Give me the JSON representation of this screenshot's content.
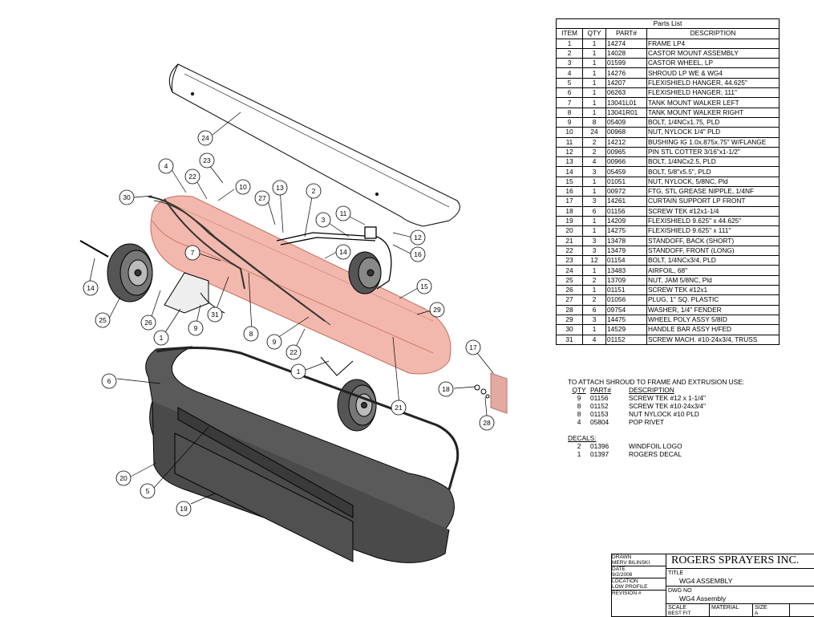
{
  "parts_list": {
    "title": "Parts List",
    "headers": [
      "ITEM",
      "QTY",
      "PART#",
      "DESCRIPTION"
    ],
    "rows": [
      [
        "1",
        "1",
        "14274",
        "FRAME LP4"
      ],
      [
        "2",
        "1",
        "14028",
        "CASTOR MOUNT ASSEMBLY"
      ],
      [
        "3",
        "1",
        "01599",
        "CASTOR WHEEL, LP"
      ],
      [
        "4",
        "1",
        "14276",
        "SHROUD LP WE & WG4"
      ],
      [
        "5",
        "1",
        "14207",
        "FLEXISHIELD HANGER, 44.625\""
      ],
      [
        "6",
        "1",
        "06263",
        "FLEXISHIELD HANGER, 111\""
      ],
      [
        "7",
        "1",
        "13041L01",
        "TANK MOUNT WALKER LEFT"
      ],
      [
        "8",
        "1",
        "13041R01",
        "TANK MOUNT WALKER RIGHT"
      ],
      [
        "9",
        "8",
        "05409",
        "BOLT, 1/4NCx1.75, PLD"
      ],
      [
        "10",
        "24",
        "00968",
        "NUT, NYLOCK 1/4\" PLD"
      ],
      [
        "11",
        "2",
        "14212",
        "BUSHING IG 1.0x.875x.75\" W/FLANGE"
      ],
      [
        "12",
        "2",
        "00965",
        "PIN STL COTTER 3/16\"x1-1/2\""
      ],
      [
        "13",
        "4",
        "00966",
        "BOLT, 1/4NCx2.5, PLD"
      ],
      [
        "14",
        "3",
        "05459",
        "BOLT, 5/8\"x5.5\", PLD"
      ],
      [
        "15",
        "1",
        "01051",
        "NUT, NYLOCK, 5/8NC, Pld"
      ],
      [
        "16",
        "1",
        "00972",
        "FTG, STL GREASE NIPPLE, 1/4NF"
      ],
      [
        "17",
        "3",
        "14261",
        "CURTAIN SUPPORT LP FRONT"
      ],
      [
        "18",
        "6",
        "01156",
        "SCREW TEK #12x1-1/4"
      ],
      [
        "19",
        "1",
        "14209",
        "FLEXISHIELD 9.625\" x 44.625\""
      ],
      [
        "20",
        "1",
        "14275",
        "FLEXISHIELD 9.625\" x 111\""
      ],
      [
        "21",
        "3",
        "13478",
        "STANDOFF, BACK (SHORT)"
      ],
      [
        "22",
        "3",
        "13479",
        "STANDOFF, FRONT (LONG)"
      ],
      [
        "23",
        "12",
        "01154",
        "BOLT, 1/4NCx3/4, PLD"
      ],
      [
        "24",
        "1",
        "13483",
        "AIRFOIL, 68\""
      ],
      [
        "25",
        "2",
        "13709",
        "NUT, JAM 5/8NC, Pld"
      ],
      [
        "26",
        "1",
        "01151",
        "SCREW TEK #12x1"
      ],
      [
        "27",
        "2",
        "01056",
        "PLUG, 1\" SQ. PLASTIC"
      ],
      [
        "28",
        "6",
        "09754",
        "WASHER, 1/4\" FENDER"
      ],
      [
        "29",
        "3",
        "14475",
        "WHEEL POLY ASSY 5/8ID"
      ],
      [
        "30",
        "1",
        "14529",
        "HANDLE BAR ASSY H/FED"
      ],
      [
        "31",
        "4",
        "01152",
        "SCREW MACH. #10-24x3/4, TRUSS"
      ]
    ]
  },
  "attach_note": {
    "title": "TO ATTACH SHROUD TO FRAME AND EXTRUSION USE:",
    "headers": [
      "QTY",
      "PART#",
      "DESCRIPTION"
    ],
    "rows": [
      [
        "9",
        "01156",
        "SCREW TEK #12 x 1-1/4\""
      ],
      [
        "8",
        "01152",
        "SCREW TEK #10-24x3/4\""
      ],
      [
        "8",
        "01153",
        "NUT NYLOCK #10 PLD"
      ],
      [
        "4",
        "05804",
        "POP RIVET"
      ]
    ]
  },
  "decals": {
    "title": "DECALS:",
    "rows": [
      [
        "2",
        "01396",
        "WINDFOIL LOGO"
      ],
      [
        "1",
        "01397",
        "ROGERS DECAL"
      ]
    ]
  },
  "title_block": {
    "drawn_label": "DRAWN",
    "drawn_value": "MERV BILINSKI",
    "date_label": "DATE",
    "date_value": "9/2/2008",
    "location_label": "LOCATION",
    "location_value": "LOW PROFILE",
    "revision_label": "REVISION #",
    "company": "ROGERS SPRAYERS INC.",
    "title_label": "TITLE",
    "title_value": "WG4 ASSEMBLY",
    "dwg_label": "DWG NO",
    "dwg_value": "WG4 Assembly",
    "scale_label": "SCALE",
    "scale_value": "BEST FIT",
    "material_label": "MATERIAL",
    "size_label": "SIZE",
    "size_value": "A"
  },
  "balloons": [
    "24",
    "4",
    "23",
    "22",
    "10",
    "30",
    "27",
    "13",
    "2",
    "11",
    "3",
    "12",
    "16",
    "7",
    "14",
    "14",
    "15",
    "29",
    "25",
    "26",
    "1",
    "9",
    "31",
    "8",
    "9",
    "22",
    "1",
    "17",
    "6",
    "18",
    "21",
    "28",
    "20",
    "5",
    "19"
  ],
  "colors": {
    "shroud": "#f2b8ad",
    "shroud_edge": "#c96a5c",
    "flexishield": "#4a4a4a",
    "line": "#000000"
  }
}
